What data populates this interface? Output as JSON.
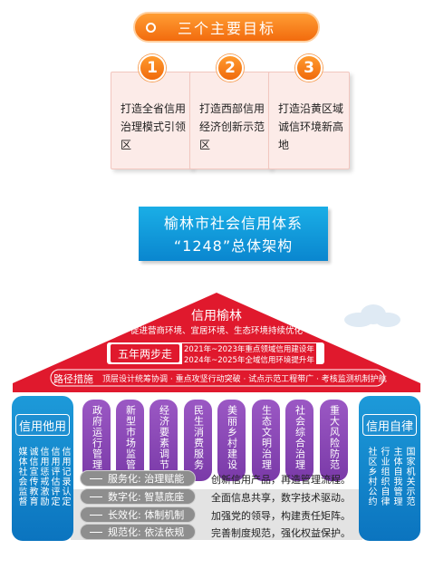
{
  "header_tag": "三个主要目标",
  "goals": [
    {
      "num": "1",
      "text": "打造全省信用治理模式引领区"
    },
    {
      "num": "2",
      "text": "打造西部信用经济创新示范区"
    },
    {
      "num": "3",
      "text": "打造沿黄区域诚信环境新高地"
    }
  ],
  "title": {
    "line1": "榆林市社会信用体系",
    "line2": "“1248”总体架构"
  },
  "roof": {
    "main": "信用榆林",
    "sub": "促进营商环境、宜居环境、生态环境持续优化",
    "steps_label": "五年两步走",
    "step1": "2021年~2023年重点领域信用建设年",
    "step2": "2024年~2025年全域信用环境提升年",
    "measures_label": "路径措施",
    "measures": "顶层设计统筹协调 · 重点攻坚行动突破 · 试点示范工程带广 · 考核监测机制护航"
  },
  "left_side": {
    "label": "信用他用",
    "cols": [
      "媒体社会监督",
      "诚信宣传教育",
      "信用惩戒激励",
      "信用评估评定",
      "信用记录认定"
    ]
  },
  "right_side": {
    "label": "信用自律",
    "cols": [
      "社区乡村公约",
      "行业组织自律",
      "主体自我管理",
      "国家机关示范"
    ]
  },
  "pillars": [
    "政府运行管理",
    "新型市场监管",
    "经济要素调节",
    "民生消费服务",
    "美丽乡村建设",
    "生态文明治理",
    "社会综合治理",
    "重大风险防范"
  ],
  "rows": [
    {
      "label": "服务化: 治理赋能",
      "text": "创新信用产品，再造管理流程。"
    },
    {
      "label": "数字化: 智慧底座",
      "text": "全面信息共享，数字技术驱动。"
    },
    {
      "label": "长效化: 体制机制",
      "text": "加强党的领导，构建责任矩阵。"
    },
    {
      "label": "规范化: 依法依规",
      "text": "完善制度规范，强化权益保护。"
    }
  ],
  "colors": {
    "orange": "#f26b0e",
    "blue": "#0a86cf",
    "red": "#e0192d",
    "purple": "#8a45b5"
  }
}
